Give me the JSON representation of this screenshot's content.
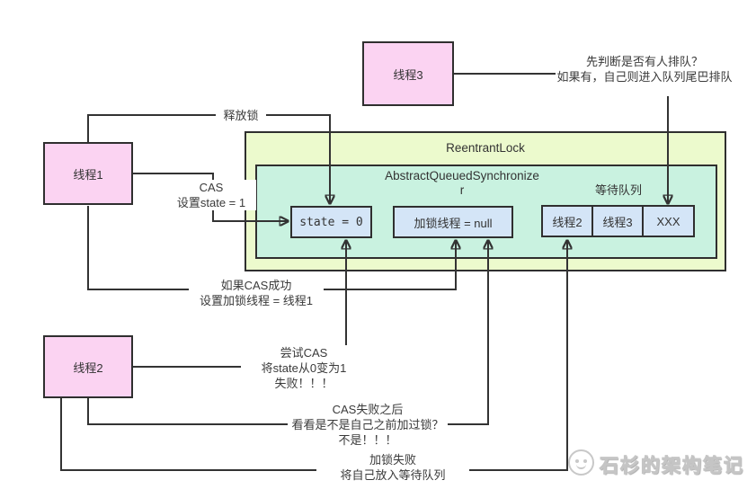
{
  "threads": {
    "t1": "线程1",
    "t2": "线程2",
    "t3": "线程3"
  },
  "lock": {
    "title": "ReentrantLock",
    "aqs": {
      "title_lines": [
        "AbstractQueuedSynchronize",
        "r"
      ],
      "state_box": "state = 0",
      "owner_box": "加锁线程 = null",
      "wait_queue": {
        "label": "等待队列",
        "items": [
          "线程2",
          "线程3",
          "XXX"
        ]
      }
    }
  },
  "annotations": {
    "release_lock": "释放锁",
    "cas_set": [
      "CAS",
      "设置state = 1"
    ],
    "cas_success": [
      "如果CAS成功",
      "设置加锁线程 = 线程1"
    ],
    "try_cas": [
      "尝试CAS",
      "将state从0变为1",
      "失败！！！"
    ],
    "cas_fail_check": [
      "CAS失败之后",
      "看看是不是自己之前加过锁？",
      "不是！！！"
    ],
    "lock_fail": [
      "加锁失败",
      "将自己放入等待队列"
    ],
    "t3_note": [
      "先判断是否有人排队？",
      "如果有，自己则进入队列尾巴排队"
    ]
  },
  "watermark": "石杉的架构笔记",
  "colors": {
    "thread_fill": "#fbd3f2",
    "lock_fill": "#ecfacd",
    "aqs_fill": "#c9f2e0",
    "cell_fill": "#d4e5f7",
    "border": "#2f2f2f",
    "line": "#333333",
    "watermark": "#c8c8c8"
  }
}
